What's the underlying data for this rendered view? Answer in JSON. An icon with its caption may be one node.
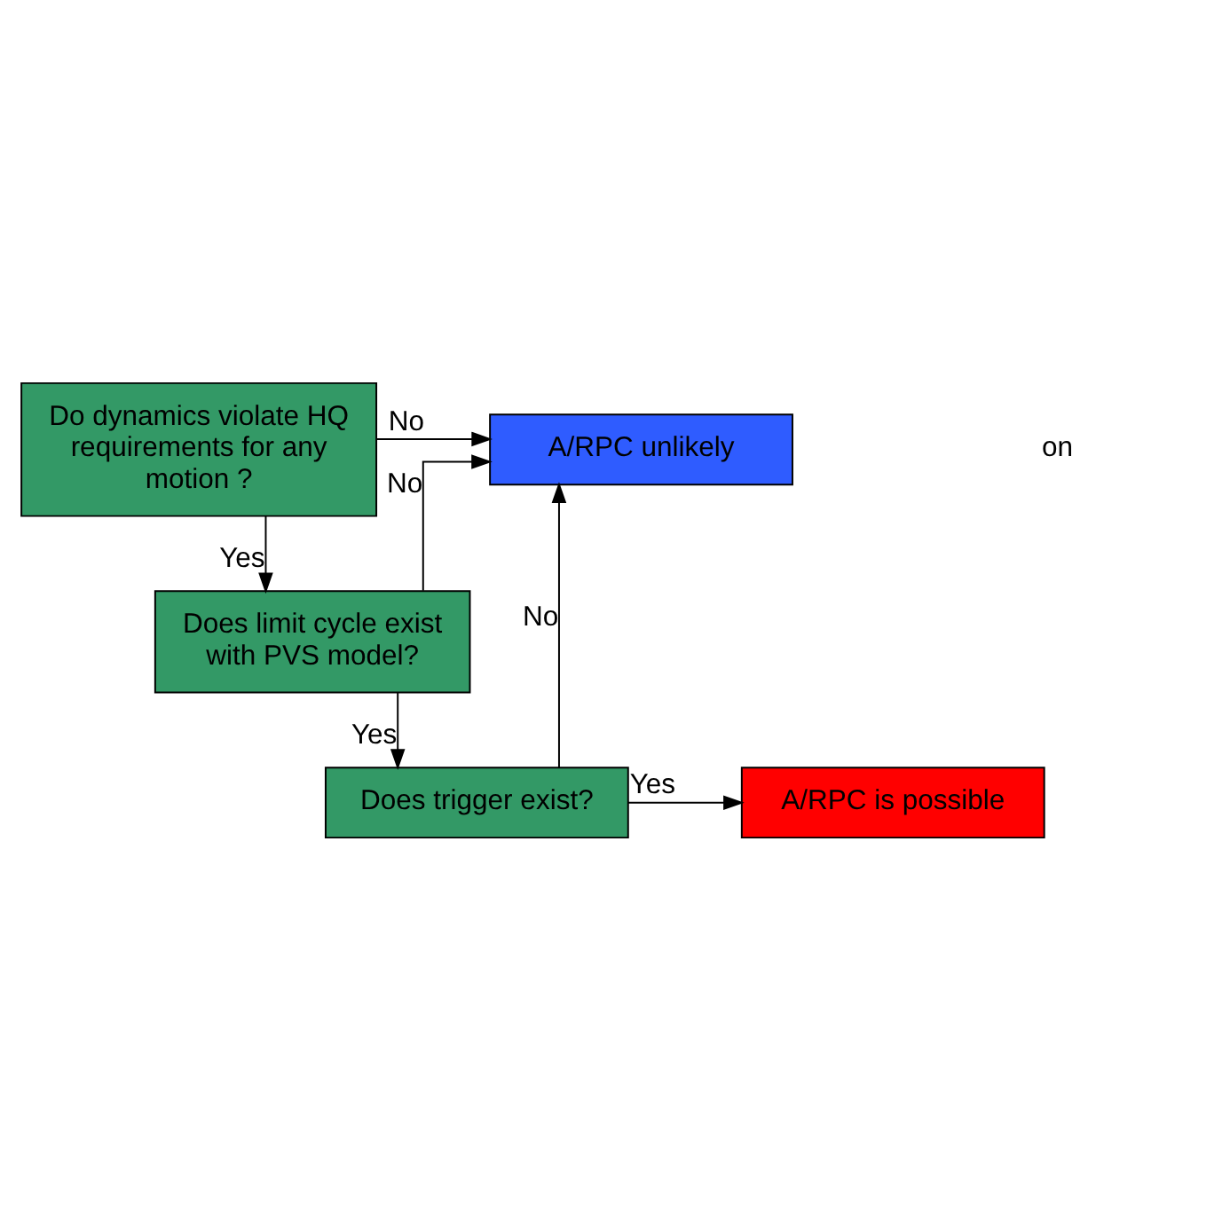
{
  "diagram": {
    "nodes": [
      {
        "text": [
          "Do dynamics violate HQ requirements for any motion ?"
        ]
      },
      {
        "text": [
          "A/RPC unlikely"
        ]
      },
      {
        "text": [
          "Does limit cycle exist with PVS model?"
        ]
      },
      {
        "text": [
          "Does trigger exist?"
        ]
      },
      {
        "text": [
          "A/RPC is possible"
        ]
      }
    ],
    "edges": [
      {
        "from": 0,
        "to": 1,
        "arrow": "to",
        "label": "No"
      },
      {
        "from": 0,
        "to": 2,
        "arrow": "to",
        "label": "Yes"
      },
      {
        "from": 2,
        "to": 1,
        "arrow": "to",
        "label": "No"
      },
      {
        "from": 2,
        "to": 3,
        "arrow": "to",
        "label": "Yes"
      },
      {
        "from": 3,
        "to": 1,
        "arrow": "to",
        "label": "No"
      },
      {
        "from": 3,
        "to": 4,
        "arrow": "to",
        "label": "Yes"
      }
    ],
    "labels": [
      "on"
    ]
  }
}
